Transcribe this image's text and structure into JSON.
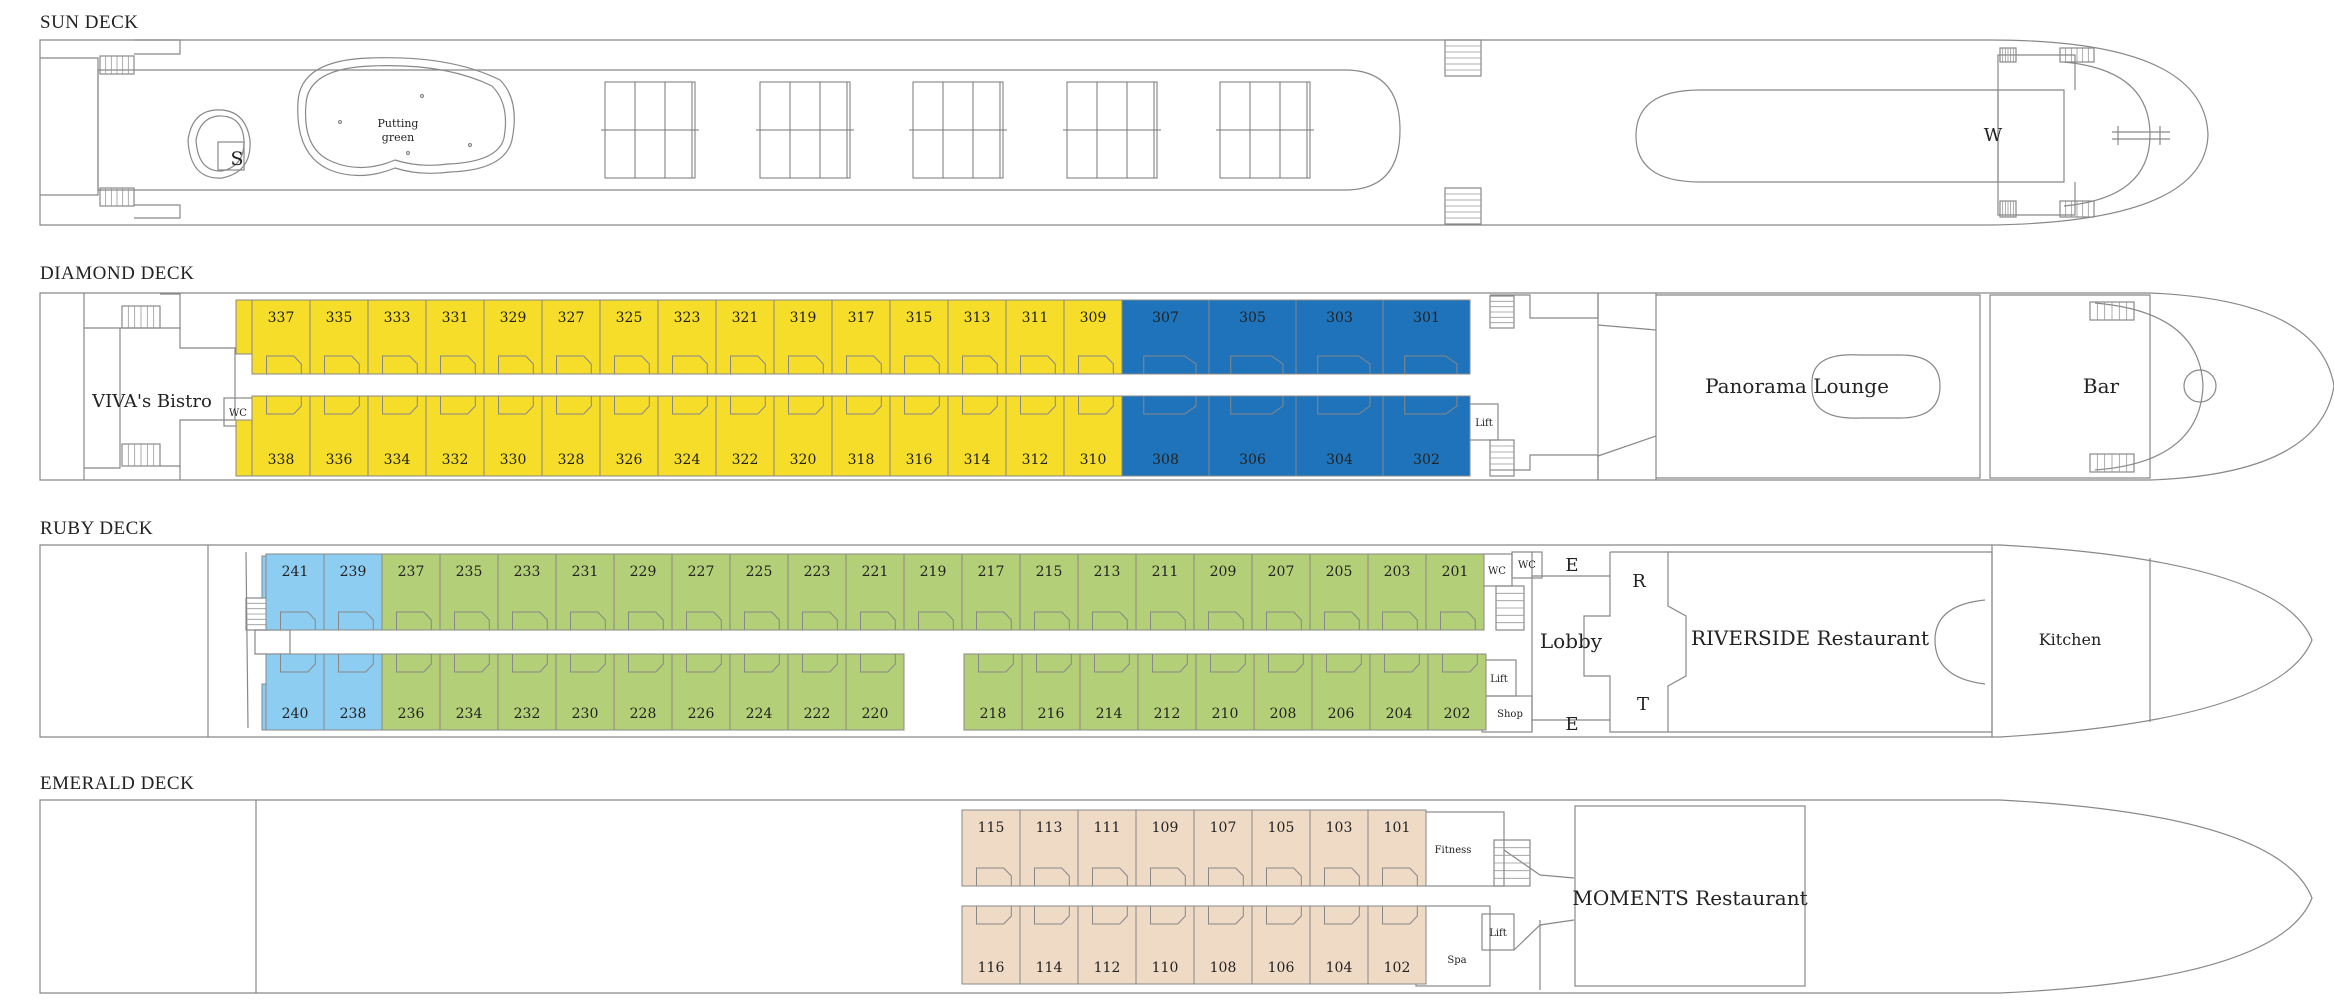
{
  "decks": {
    "sun": {
      "title": "SUN DECK",
      "putting_green": [
        "Putting",
        "green"
      ],
      "s_label": "S",
      "w_label": "W"
    },
    "diamond": {
      "title": "DIAMOND DECK",
      "top_cabins": [
        "337",
        "335",
        "333",
        "331",
        "329",
        "327",
        "325",
        "323",
        "321",
        "319",
        "317",
        "315",
        "313",
        "311",
        "309"
      ],
      "top_suites": [
        "307",
        "305",
        "303",
        "301"
      ],
      "bottom_cabins": [
        "338",
        "336",
        "334",
        "332",
        "330",
        "328",
        "326",
        "324",
        "322",
        "320",
        "318",
        "316",
        "314",
        "312",
        "310"
      ],
      "bottom_suites": [
        "308",
        "306",
        "304",
        "302"
      ],
      "bistro": "VIVA's Bistro",
      "wc": "WC",
      "lift": "Lift",
      "lounge": "Panorama Lounge",
      "bar": "Bar"
    },
    "ruby": {
      "title": "RUBY DECK",
      "top_blue": [
        "241",
        "239"
      ],
      "top_cabins": [
        "237",
        "235",
        "233",
        "231",
        "229",
        "227",
        "225",
        "223",
        "221",
        "219",
        "217",
        "215",
        "213",
        "211",
        "209",
        "207",
        "205",
        "203",
        "201"
      ],
      "bottom_blue": [
        "240",
        "238"
      ],
      "bottom_left": [
        "236",
        "234",
        "232",
        "230",
        "228",
        "226",
        "224",
        "222",
        "220"
      ],
      "bottom_right": [
        "218",
        "216",
        "214",
        "212",
        "210",
        "208",
        "206",
        "204",
        "202"
      ],
      "wc1": "WC",
      "wc2": "WC",
      "e_top": "E",
      "e_bottom": "E",
      "r_label": "R",
      "t_label": "T",
      "lobby": "Lobby",
      "lift": "Lift",
      "shop": "Shop",
      "restaurant": "RIVERSIDE Restaurant",
      "kitchen": "Kitchen"
    },
    "emerald": {
      "title": "EMERALD DECK",
      "top_cabins": [
        "115",
        "113",
        "111",
        "109",
        "107",
        "105",
        "103",
        "101"
      ],
      "bottom_cabins": [
        "116",
        "114",
        "112",
        "110",
        "108",
        "106",
        "104",
        "102"
      ],
      "fitness": "Fitness",
      "spa": "Spa",
      "lift": "Lift",
      "restaurant": "MOMENTS Restaurant"
    }
  },
  "colors": {
    "standard_cabin": "#f5dd2a",
    "suite": "#1f73ba",
    "blue_cabin": "#8dcdf2",
    "green_cabin": "#b3d078",
    "emerald_cabin": "#efdac6",
    "outline": "#888888"
  }
}
